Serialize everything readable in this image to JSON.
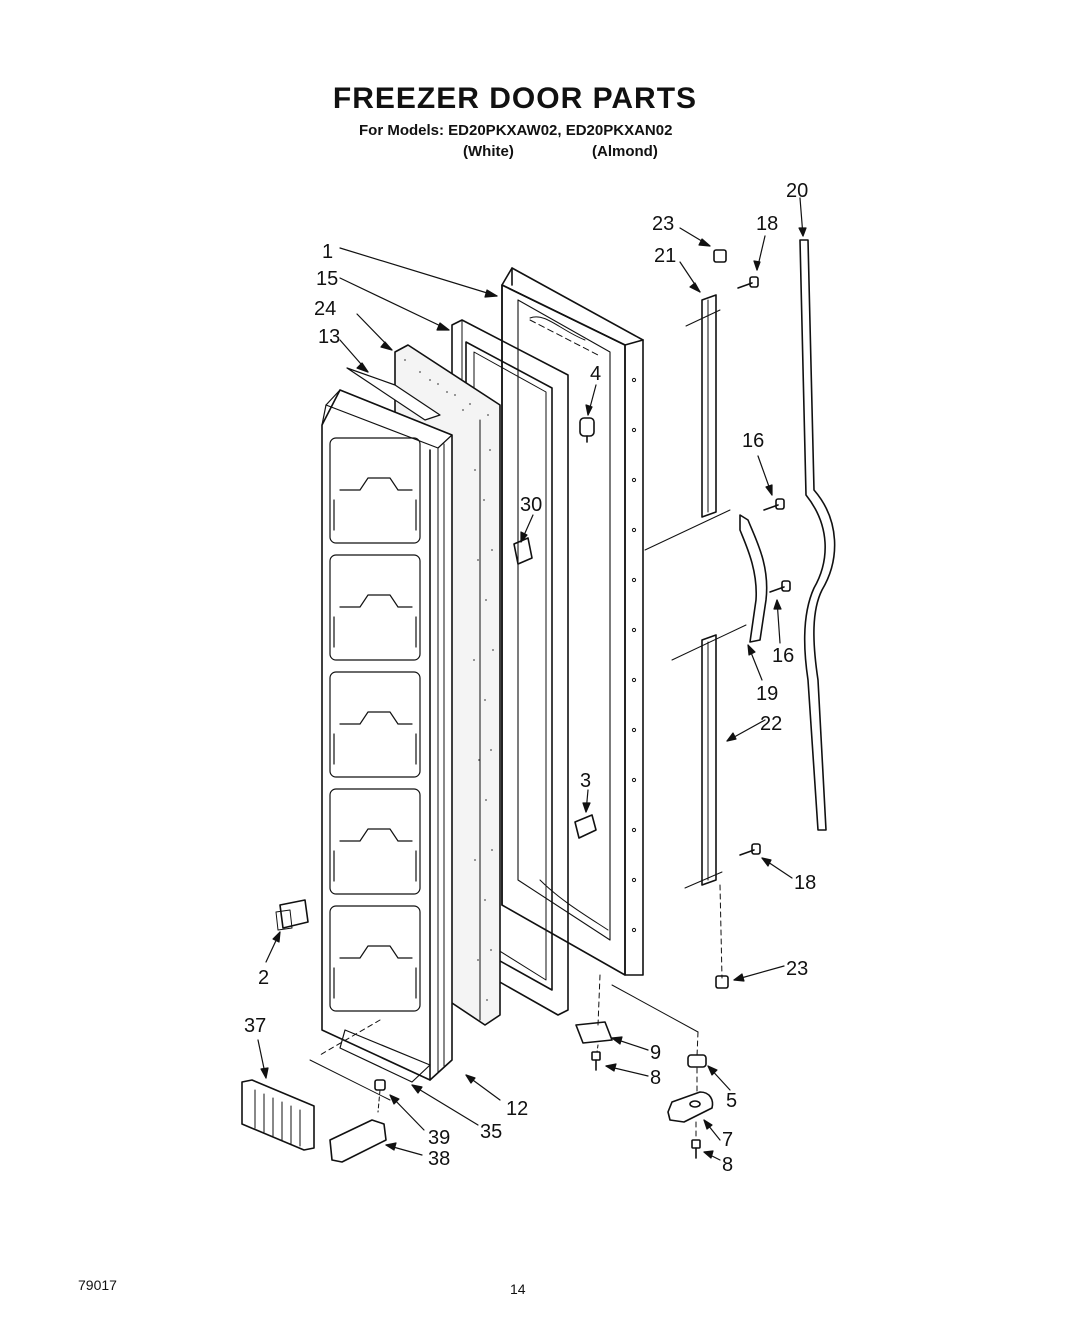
{
  "header": {
    "title": "FREEZER DOOR PARTS",
    "models_line": "For Models: ED20PKXAW02, ED20PKXAN02",
    "variant_white": "(White)",
    "variant_almond": "(Almond)"
  },
  "callouts": {
    "c1": "1",
    "c15": "15",
    "c24": "24",
    "c13": "13",
    "c23a": "23",
    "c21": "21",
    "c18a": "18",
    "c20": "20",
    "c4": "4",
    "c16a": "16",
    "c30": "30",
    "c16b": "16",
    "c19": "19",
    "c22": "22",
    "c3": "3",
    "c18b": "18",
    "c23b": "23",
    "c2": "2",
    "c37": "37",
    "c9": "9",
    "c8a": "8",
    "c5": "5",
    "c12": "12",
    "c35": "35",
    "c39": "39",
    "c38": "38",
    "c7": "7",
    "c8b": "8"
  },
  "footer": {
    "code": "79017",
    "page": "14"
  }
}
